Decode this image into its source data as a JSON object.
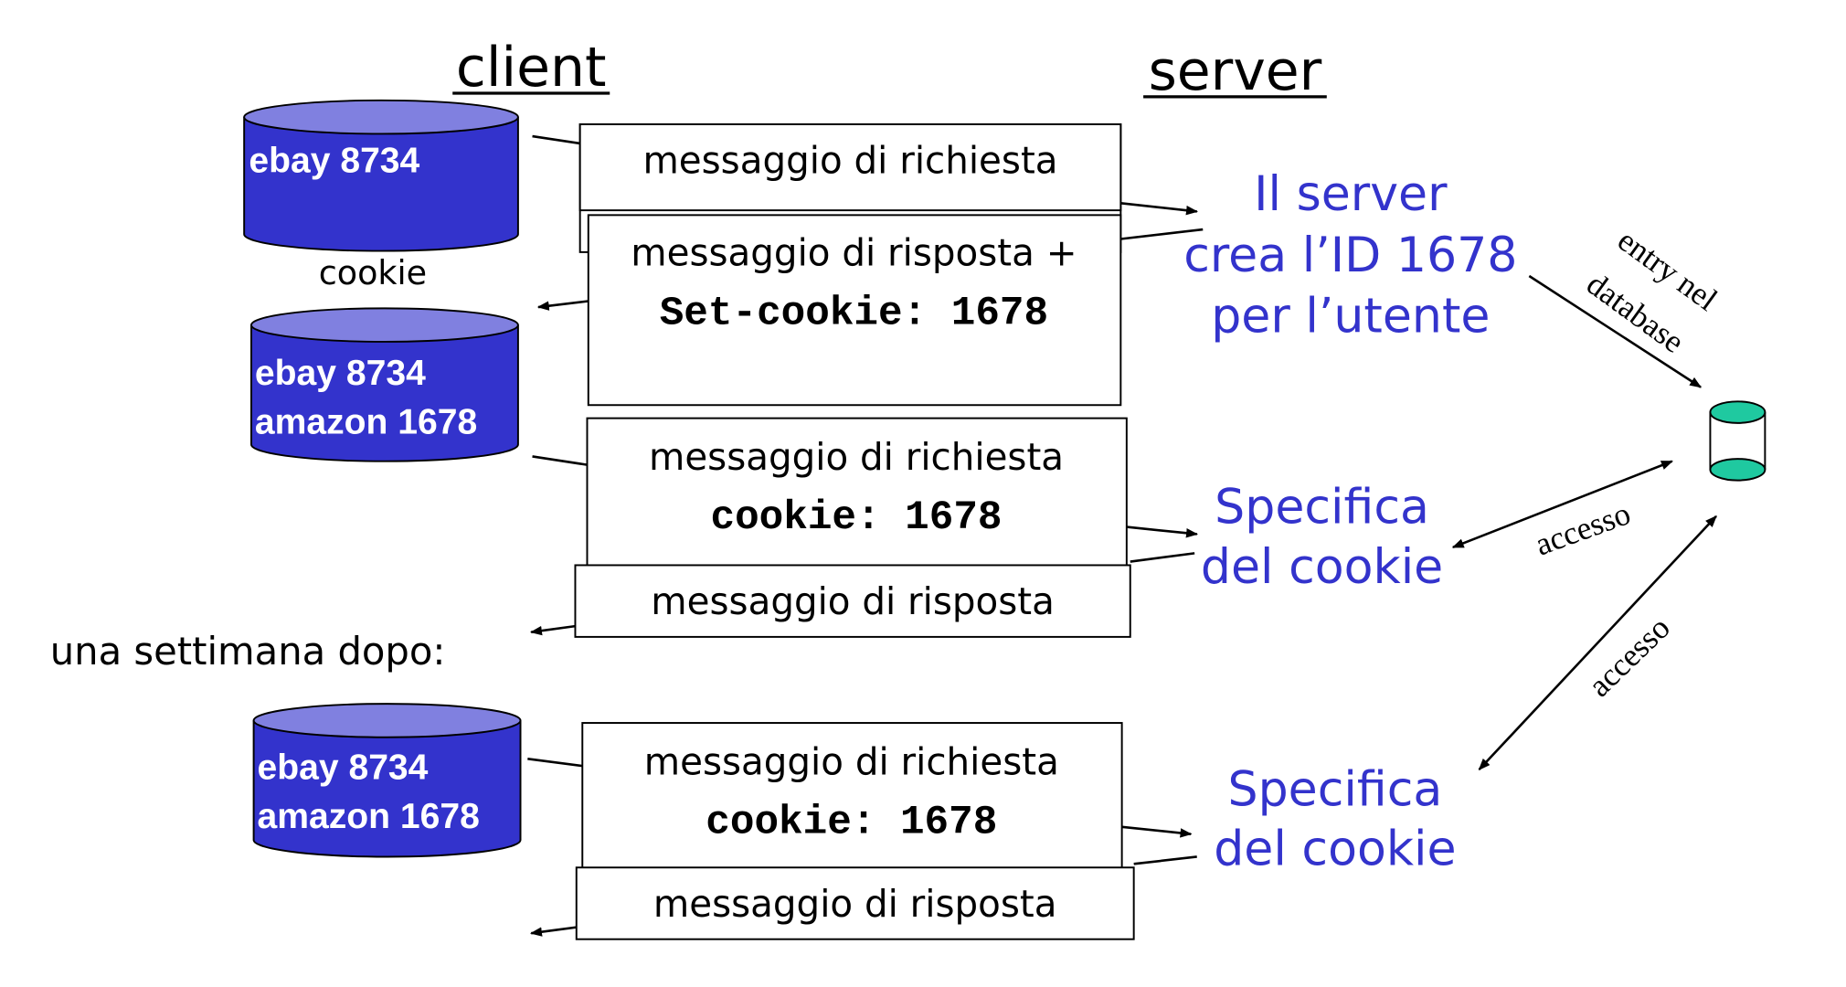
{
  "headers": {
    "client": "client",
    "server": "server"
  },
  "cookie_stores": [
    {
      "lines": [
        "ebay 8734"
      ]
    },
    {
      "lines": [
        "ebay 8734",
        "amazon 1678"
      ]
    },
    {
      "lines": [
        "ebay 8734",
        "amazon 1678"
      ]
    }
  ],
  "cookie_label": "cookie",
  "messages": {
    "request_1": "messaggio di richiesta",
    "response_1_line1": "messaggio di risposta +",
    "response_1_line2": "Set-cookie: 1678",
    "request_2_line1": "messaggio di richiesta",
    "request_2_line2": "cookie: 1678",
    "response_2": "messaggio di risposta",
    "request_3_line1": "messaggio di richiesta",
    "request_3_line2": "cookie: 1678",
    "response_3": "messaggio di risposta"
  },
  "server_actions": {
    "create_line1": "Il server",
    "create_line2": "crea l’ID 1678",
    "create_line3": "per l’utente",
    "specific_1_line1": "Specifica",
    "specific_1_line2": "del cookie",
    "specific_2_line1": "Specifica",
    "specific_2_line2": "del cookie"
  },
  "db_labels": {
    "entry_line1": "entry nel",
    "entry_line2": "database",
    "access_1": "accesso",
    "access_2": "accesso"
  },
  "later_label": "una settimana dopo:",
  "colors": {
    "cylinder_body": "#3333cc",
    "cylinder_top": "#8080e0",
    "server_text": "#3333cc",
    "database_green": "#1fc9a0"
  }
}
